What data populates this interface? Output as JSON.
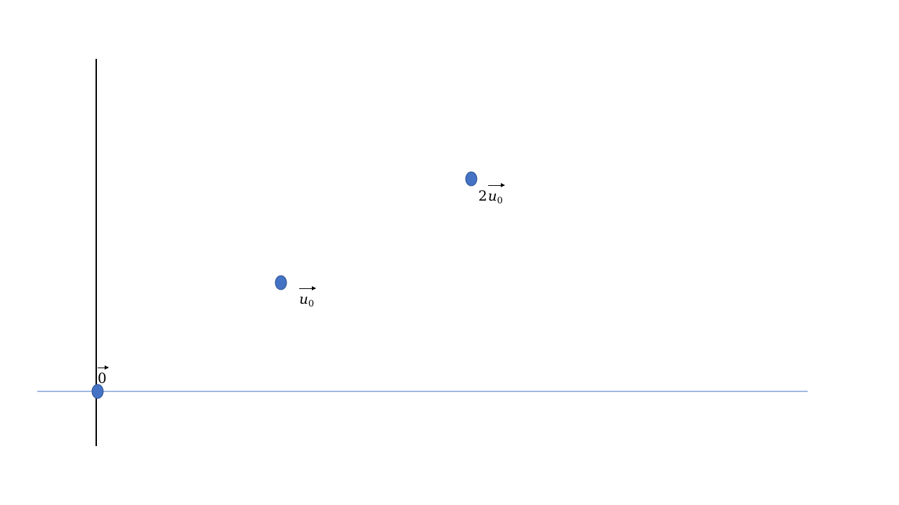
{
  "diagram": {
    "colors": {
      "axis_vertical": "#000000",
      "axis_horizontal": "#4472C4",
      "point_fill": "#4472C4",
      "point_stroke": "#2F528F",
      "label": "#000000"
    },
    "points": [
      {
        "id": "origin",
        "label": {
          "coef": "",
          "base": "0",
          "sub": ""
        }
      },
      {
        "id": "u0",
        "label": {
          "coef": "",
          "base": "u",
          "sub": "0"
        }
      },
      {
        "id": "two-u0",
        "label": {
          "coef": "2",
          "base": "u",
          "sub": "0"
        }
      }
    ]
  }
}
